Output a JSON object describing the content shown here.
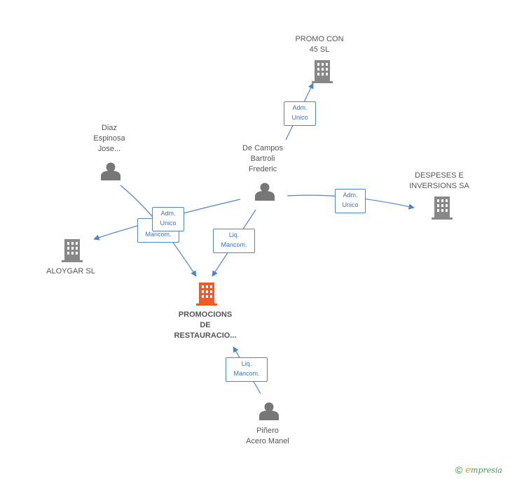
{
  "colors": {
    "edge": "#4a86c8",
    "company_icon": "#888888",
    "main_company_icon": "#f05a28",
    "person_icon": "#777777"
  },
  "nodes": {
    "promo_con": {
      "name_lines": [
        "PROMO CON",
        "45 SL"
      ],
      "icon": "building-icon"
    },
    "despeses": {
      "name_lines": [
        "DESPESES E",
        "INVERSIONS SA"
      ],
      "icon": "building-icon"
    },
    "aloygar": {
      "name_lines": [
        "ALOYGAR SL"
      ],
      "icon": "building-icon"
    },
    "promocions": {
      "name_lines": [
        "PROMOCIONS",
        "DE",
        "RESTAURACIO..."
      ],
      "icon": "building-icon"
    },
    "diaz": {
      "name_lines": [
        "Diaz",
        "Espinosa",
        "Jose..."
      ],
      "icon": "person-icon"
    },
    "de_campos": {
      "name_lines": [
        "De Campos",
        "Bartroli",
        "Frederic"
      ],
      "icon": "person-icon"
    },
    "pinero": {
      "name_lines": [
        "Piñero",
        "Acero Manel"
      ],
      "icon": "person-icon"
    }
  },
  "edges": {
    "e1": {
      "lines": [
        "Adm.",
        "Unico"
      ]
    },
    "e2": {
      "lines": [
        "Adm.",
        "Unico"
      ]
    },
    "e3": {
      "lines": [
        "Adm.",
        "Unico"
      ]
    },
    "e4": {
      "lines": [
        "Liq.",
        "Mancom."
      ]
    },
    "e5": {
      "lines": [
        "Liq.",
        "Mancom."
      ]
    },
    "e6": {
      "lines": [
        "Liq.",
        "Mancom."
      ]
    }
  },
  "footer": {
    "copyright": "©",
    "brand_initial": "e",
    "brand_rest": "mpresia"
  }
}
